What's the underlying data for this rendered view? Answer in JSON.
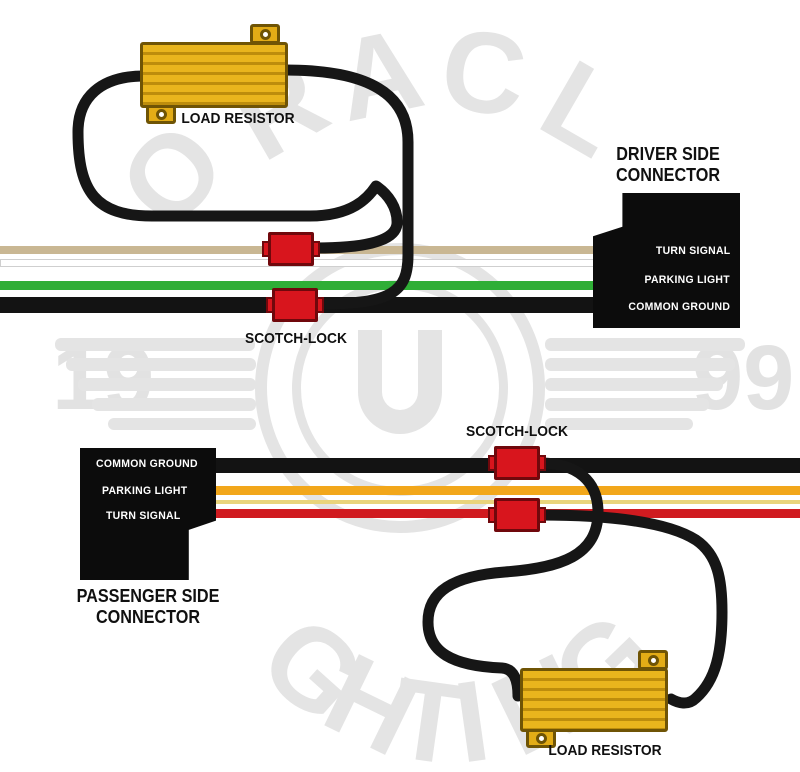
{
  "watermark": {
    "description": "ORACLE LIGHTING 1999 emblem background",
    "top_letters": [
      "O",
      "R",
      "A",
      "C",
      "L"
    ],
    "bottom_letters": [
      "G",
      "H",
      "T",
      "I",
      "N",
      "G"
    ],
    "year_left": "19",
    "year_right": "99"
  },
  "driver_section": {
    "load_resistor_label": "LOAD RESISTOR",
    "scotch_lock_label": "SCOTCH-LOCK",
    "connector_title_line1": "DRIVER SIDE",
    "connector_title_line2": "CONNECTOR",
    "wires": [
      {
        "label": "TURN SIGNAL",
        "color": "#c9b793"
      },
      {
        "label": "PARKING LIGHT",
        "color": "#2fae36"
      },
      {
        "label": "COMMON GROUND",
        "color": "#131313"
      }
    ],
    "unlabeled_wire_colors": [
      "#ffffff"
    ]
  },
  "passenger_section": {
    "load_resistor_label": "LOAD RESISTOR",
    "scotch_lock_label": "SCOTCH-LOCK",
    "connector_title_line1": "PASSENGER SIDE",
    "connector_title_line2": "CONNECTOR",
    "wires": [
      {
        "label": "COMMON GROUND",
        "color": "#131313"
      },
      {
        "label": "PARKING LIGHT",
        "color": "#f2a71b"
      },
      {
        "label": "TURN SIGNAL",
        "color": "#d01b20"
      }
    ],
    "unlabeled_wire_colors": [
      "#e9d47c"
    ]
  },
  "colors": {
    "resistor_gold": "#e9b51d",
    "scotch_lock_red": "#d8151d",
    "connector_black": "#0c0c0c",
    "watermark_gray": "#e4e4e4",
    "wire_lead_black": "#161616"
  }
}
